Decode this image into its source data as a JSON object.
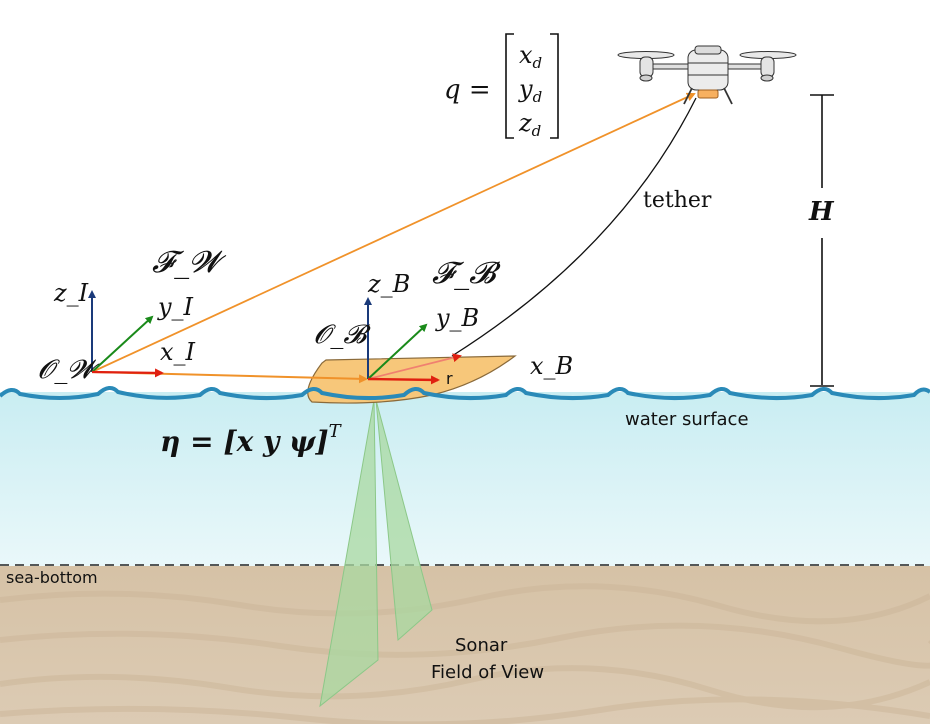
{
  "colors": {
    "axis_z": "#1a3a7a",
    "axis_y": "#1a8a1a",
    "axis_x": "#e02010",
    "pos_vector": "#f0922a",
    "boat_fill": "#f7c77a",
    "water_line": "#2a8ab8",
    "water_top": "#c8ecf0",
    "sand": "#d8c4aa",
    "sonar": "#a8d8a0"
  },
  "labels": {
    "drone_state_lhs": "q =",
    "drone_state": [
      "x_d",
      "y_d",
      "z_d"
    ],
    "tether": "tether",
    "height": "H",
    "world_frame": "𝓕_𝓦",
    "body_frame": "𝓕_𝓑",
    "world_origin": "𝓞_𝓦",
    "body_origin": "𝓞_𝓑",
    "world_z": "z_I",
    "world_y": "y_I",
    "world_x": "x_I",
    "body_z": "z_B",
    "body_y": "y_B",
    "body_x": "x_B",
    "offset_r": "r",
    "pose_lhs": "η = [x  y  ψ]",
    "pose_sup": "T",
    "water_surface": "water surface",
    "sea_bottom": "sea-bottom",
    "sonar_line1": "Sonar",
    "sonar_line2": "Field of View"
  }
}
